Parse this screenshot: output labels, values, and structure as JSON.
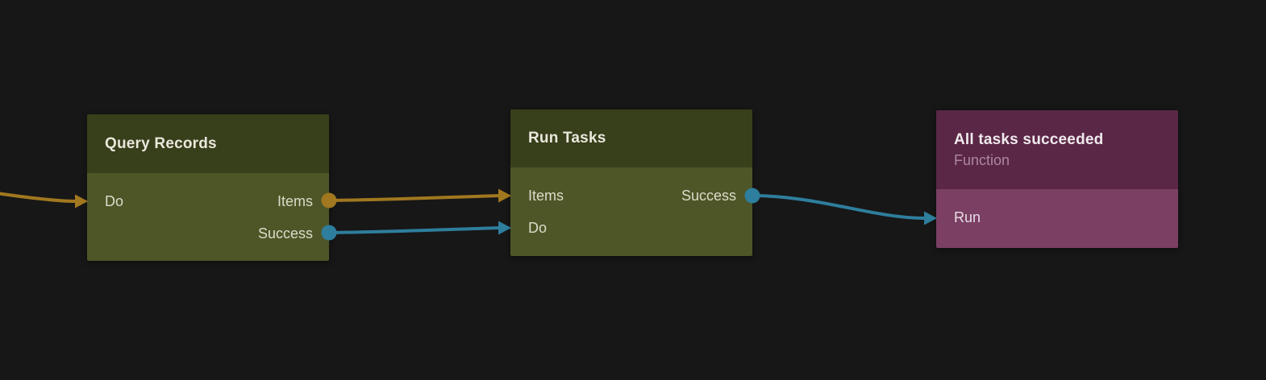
{
  "canvas": {
    "background": "#171717"
  },
  "palette": {
    "olive_header": "#383f1b",
    "olive_body": "#4e5628",
    "olive_title_text": "#e9e7db",
    "olive_label_text": "#dddcc9",
    "plum_header": "#5a2746",
    "plum_body": "#7a3f62",
    "plum_title_text": "#f0eaee",
    "plum_label_text": "#e9dce6",
    "plum_subtitle_text": "#ae87a2",
    "wire_orange": "#a1781f",
    "wire_blue": "#2e7e9d"
  },
  "nodes": [
    {
      "title": "Query Records",
      "inputs": [
        {
          "label": "Do",
          "marker": "arrow",
          "color": "orange"
        }
      ],
      "outputs": [
        {
          "label": "Items",
          "marker": "dot",
          "color": "orange"
        },
        {
          "label": "Success",
          "marker": "dot",
          "color": "blue"
        }
      ]
    },
    {
      "title": "Run Tasks",
      "inputs": [
        {
          "label": "Items",
          "marker": "arrow",
          "color": "orange"
        },
        {
          "label": "Do",
          "marker": "arrow",
          "color": "blue"
        }
      ],
      "outputs": [
        {
          "label": "Success",
          "marker": "dot",
          "color": "blue"
        }
      ]
    },
    {
      "title": "All tasks succeeded",
      "subtitle": "Function",
      "inputs": [
        {
          "label": "Run",
          "marker": "arrow",
          "color": "blue"
        }
      ],
      "outputs": []
    }
  ],
  "connections": [
    {
      "from": "off-canvas-left",
      "to": "Query Records.Do",
      "color": "orange"
    },
    {
      "from": "Query Records.Items",
      "to": "Run Tasks.Items",
      "color": "orange"
    },
    {
      "from": "Query Records.Success",
      "to": "Run Tasks.Do",
      "color": "blue"
    },
    {
      "from": "Run Tasks.Success",
      "to": "All tasks succeeded.Run",
      "color": "blue"
    }
  ]
}
